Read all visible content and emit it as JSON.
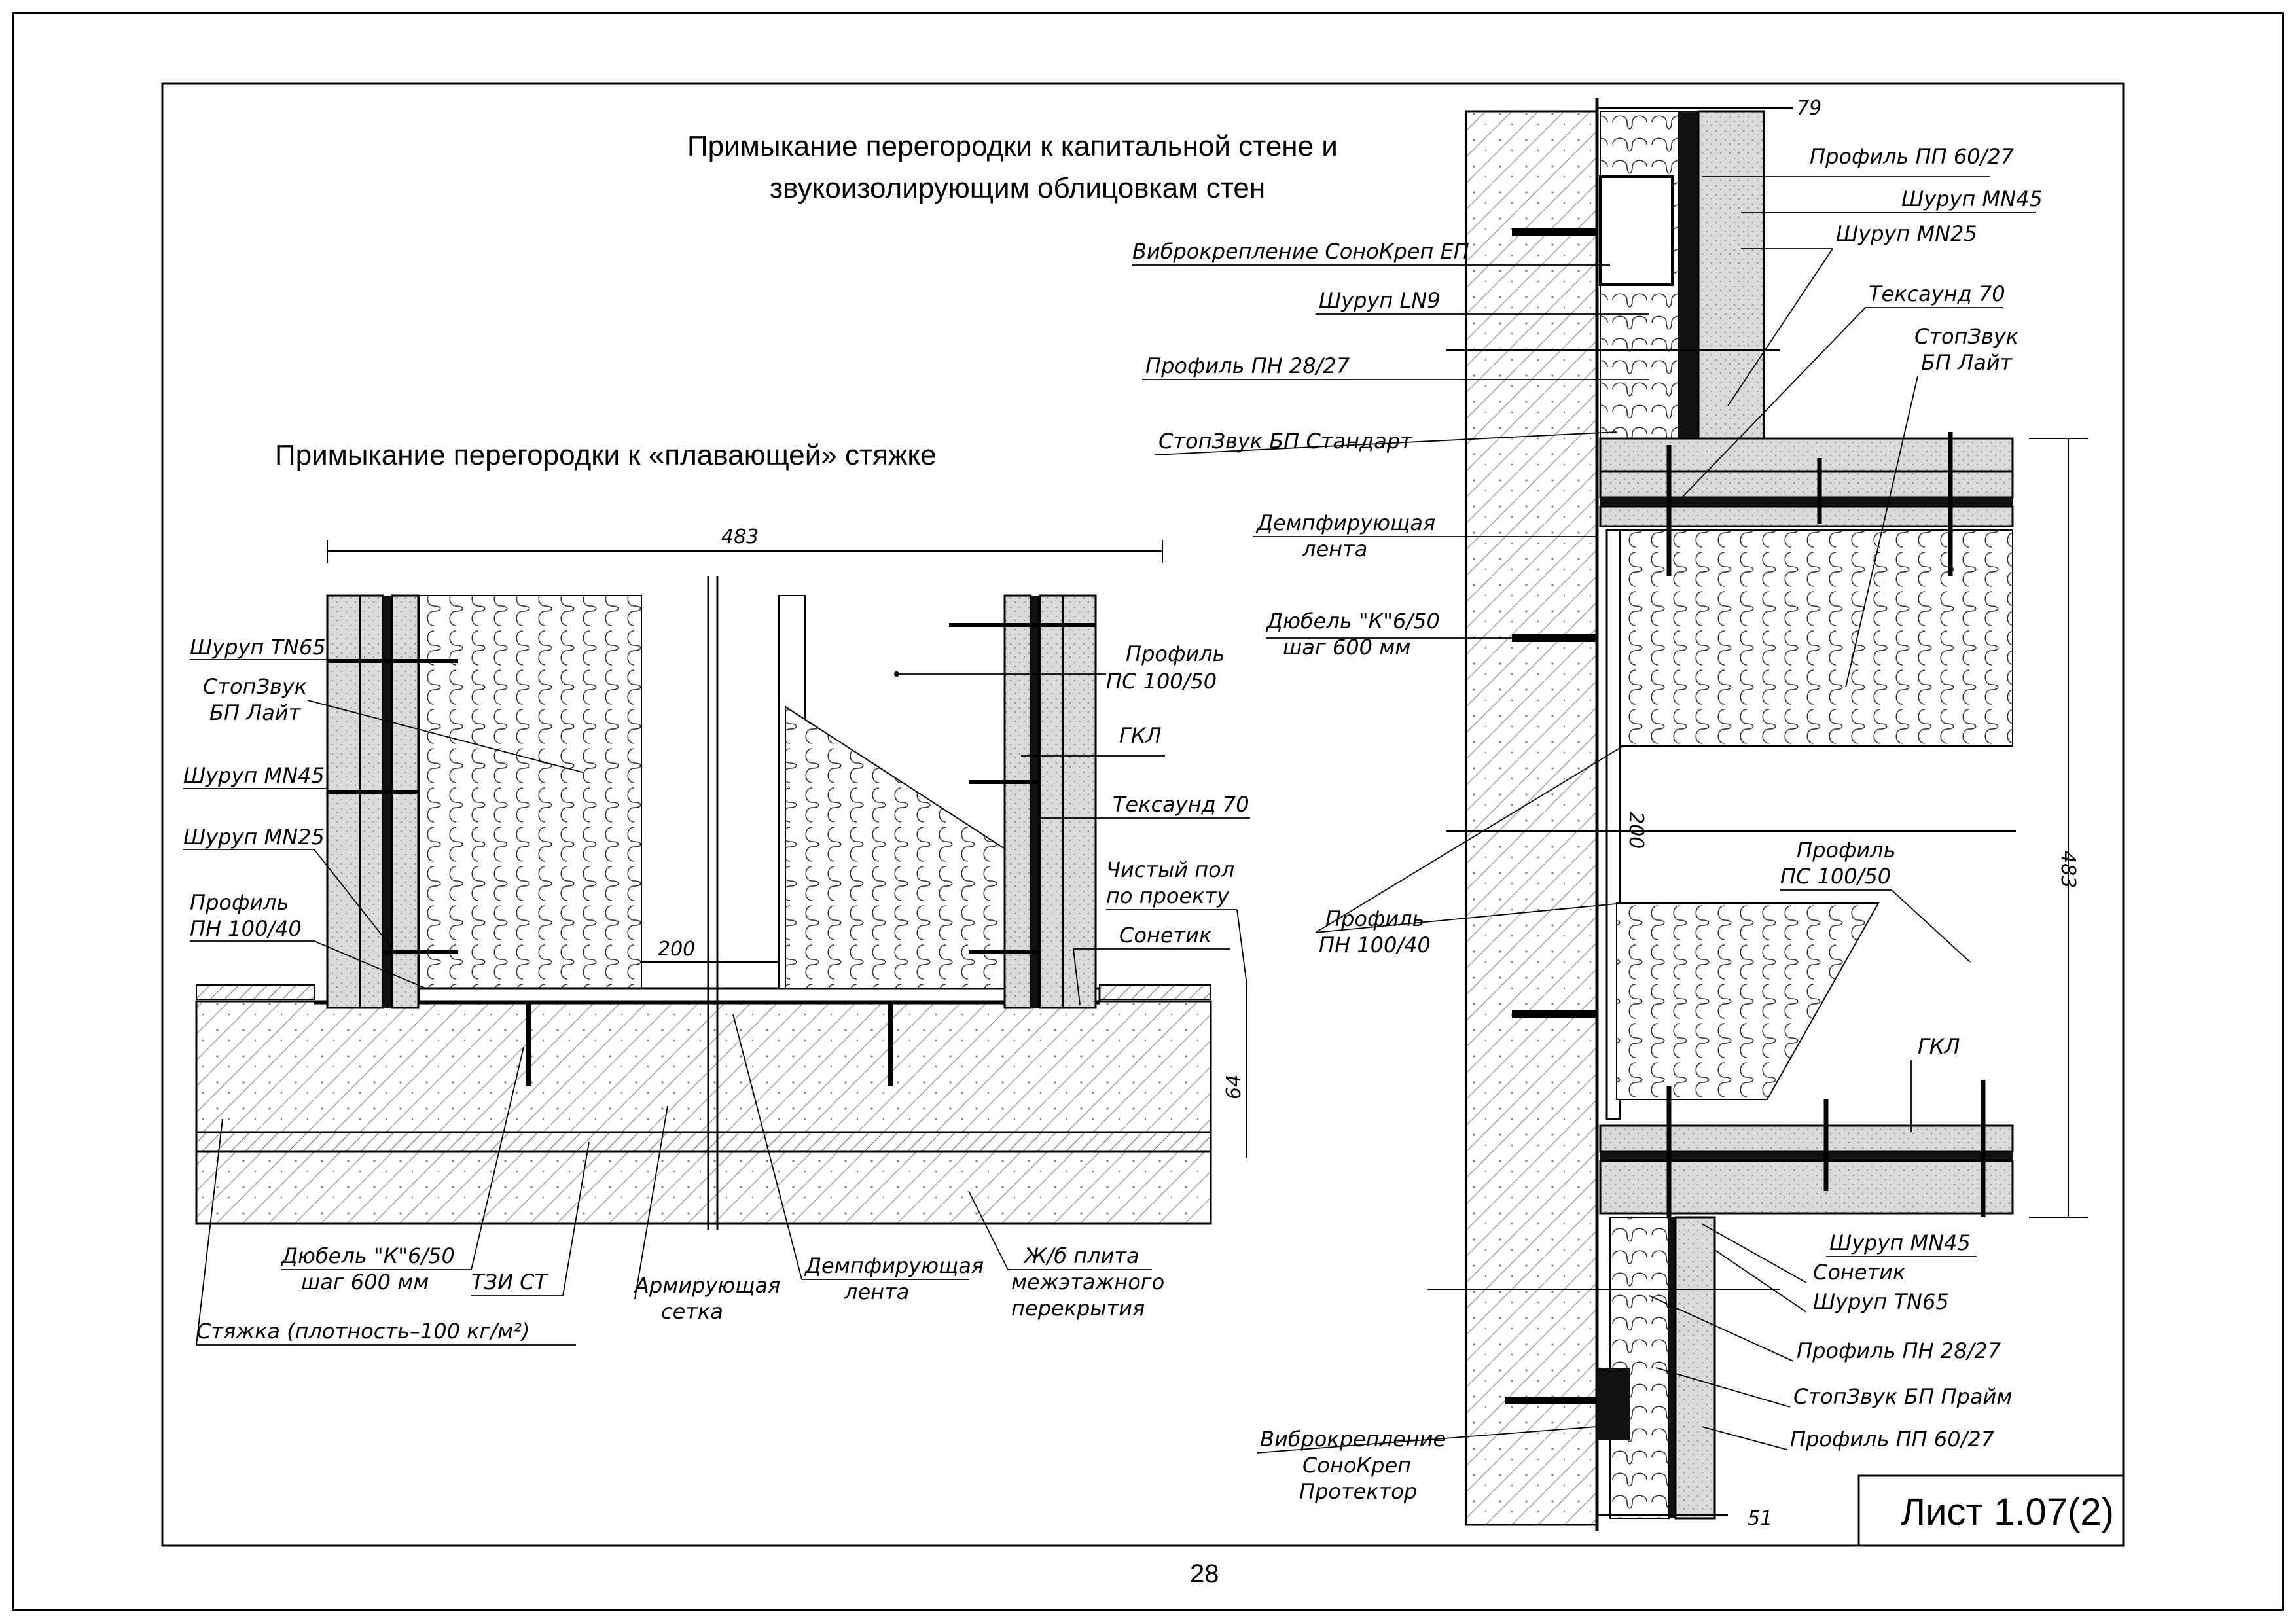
{
  "titles": {
    "right": [
      "Примыкание перегородки к капитальной стене и",
      "звукоизолирующим облицовкам стен"
    ],
    "left": "Примыкание перегородки к «плавающей» стяжке"
  },
  "left_detail": {
    "dimensions": {
      "width": "483",
      "gap": "200",
      "height": "64"
    },
    "labels": {
      "screw_tn65": "Шуруп TN65",
      "stopzvuk": [
        "СтопЗвук",
        "БП Лайт"
      ],
      "screw_mn45": "Шуруп MN45",
      "screw_mn25": "Шуруп MN25",
      "profile_pn": [
        "Профиль",
        "ПН 100/40"
      ],
      "profile_ps": [
        "Профиль",
        "ПС 100/50"
      ],
      "gkl": "ГКЛ",
      "texsound": "Тексаунд 70",
      "clean_floor": [
        "Чистый пол",
        "по проекту"
      ],
      "sonetik": "Сонетик",
      "dowel": [
        "Дюбель \"К\"6/50",
        "шаг 600 мм"
      ],
      "tzi": "ТЗИ СТ",
      "mesh": [
        "Армирующая",
        "сетка"
      ],
      "damp_tape": [
        "Демпфирующая",
        "лента"
      ],
      "slab": [
        "Ж/б плита",
        "межэтажного",
        "перекрытия"
      ],
      "screed": "Стяжка (плотность–100 кг/м²)"
    }
  },
  "right_detail": {
    "dimensions": {
      "top": "79",
      "height": "483",
      "gap": "200",
      "bottom": "51"
    },
    "labels": {
      "profile_pp_top": "Профиль ПП 60/27",
      "screw_mn45_top": "Шуруп MN45",
      "vibro_ep": "Виброкрепление СоноКреп ЕП",
      "screw_mn25": "Шуруп MN25",
      "screw_ln9": "Шуруп LN9",
      "texsound": "Тексаунд 70",
      "profile_pn28_top": "Профиль ПН 28/27",
      "stopzvuk_lite": [
        "СтопЗвук",
        "БП Лайт"
      ],
      "stopzvuk_std": "СтопЗвук БП Стандарт",
      "damp_tape": [
        "Демпфирующая",
        "лента"
      ],
      "dowel": [
        "Дюбель \"К\"6/50",
        "шаг 600 мм"
      ],
      "profile_ps": [
        "Профиль",
        "ПС 100/50"
      ],
      "profile_pn": [
        "Профиль",
        "ПН 100/40"
      ],
      "gkl": "ГКЛ",
      "screw_mn45_bottom": "Шуруп MN45",
      "sonetik": "Сонетик",
      "screw_tn65": "Шуруп TN65",
      "profile_pn28_bottom": "Профиль ПН 28/27",
      "stopzvuk_prime": "СтопЗвук БП Прайм",
      "profile_pp_bottom": "Профиль ПП 60/27",
      "vibro_protector": [
        "Виброкрепление",
        "СоноКреп",
        "Протектор"
      ]
    }
  },
  "stamp": "Лист 1.07(2)",
  "page_number": "28"
}
